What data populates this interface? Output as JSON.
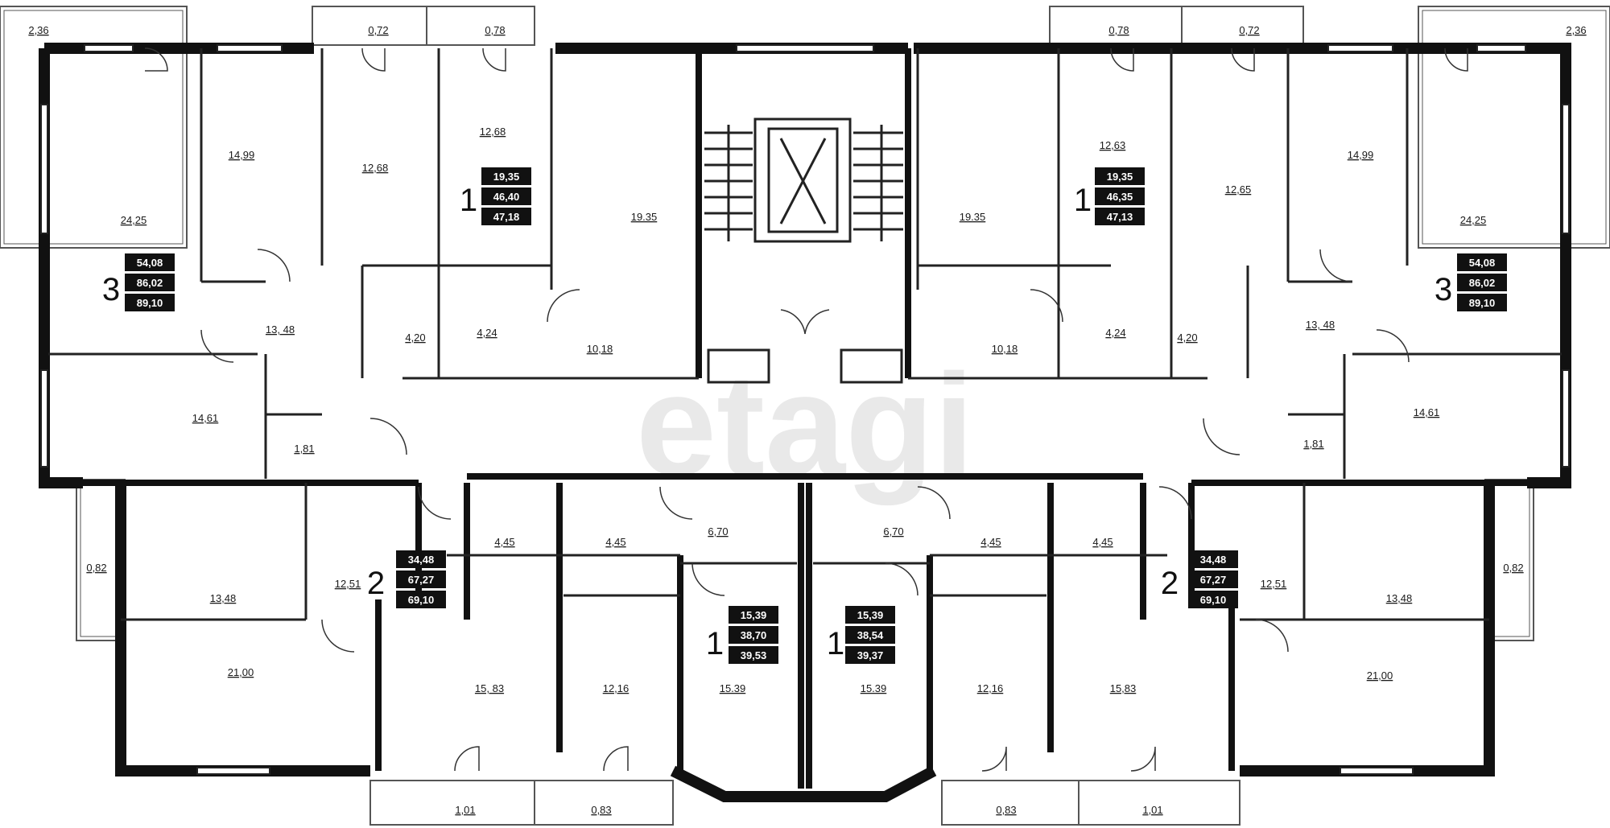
{
  "watermark": "etagi",
  "colors": {
    "wall": "#111111",
    "thin": "#222222",
    "balcony": "#555555",
    "box": "#111111",
    "watermark": "#e9e9e9"
  },
  "areas": [
    "2,36",
    "0,72",
    "0,78",
    "0,78",
    "0,72",
    "2,36",
    "24,25",
    "14,99",
    "12,68",
    "12,68",
    "19.35",
    "19.35",
    "12,63",
    "12,65",
    "14,99",
    "24,25",
    "13, 48",
    "4,20",
    "4,24",
    "10,18",
    "10,18",
    "4,24",
    "4,20",
    "13, 48",
    "14,61",
    "1,81",
    "1,81",
    "14,61",
    "0,82",
    "0,82",
    "13,48",
    "12,51",
    "4,45",
    "4,45",
    "6,70",
    "6,70",
    "4,45",
    "4,45",
    "12,51",
    "13,48",
    "21,00",
    "15, 83",
    "12,16",
    "15.39",
    "15.39",
    "12,16",
    "15,83",
    "21,00",
    "1,01",
    "0,83",
    "0,83",
    "1,01"
  ],
  "apartments": [
    {
      "rooms": "3",
      "living": "54,08",
      "total": "86,02",
      "with_balcony": "89,10"
    },
    {
      "rooms": "1",
      "living": "19,35",
      "total": "46,40",
      "with_balcony": "47,18"
    },
    {
      "rooms": "1",
      "living": "19,35",
      "total": "46,35",
      "with_balcony": "47,13"
    },
    {
      "rooms": "3",
      "living": "54,08",
      "total": "86,02",
      "with_balcony": "89,10"
    },
    {
      "rooms": "2",
      "living": "34,48",
      "total": "67,27",
      "with_balcony": "69,10"
    },
    {
      "rooms": "1",
      "living": "15,39",
      "total": "38,70",
      "with_balcony": "39,53"
    },
    {
      "rooms": "1",
      "living": "15,39",
      "total": "38,54",
      "with_balcony": "39,37"
    },
    {
      "rooms": "2",
      "living": "34,48",
      "total": "67,27",
      "with_balcony": "69,10"
    }
  ]
}
